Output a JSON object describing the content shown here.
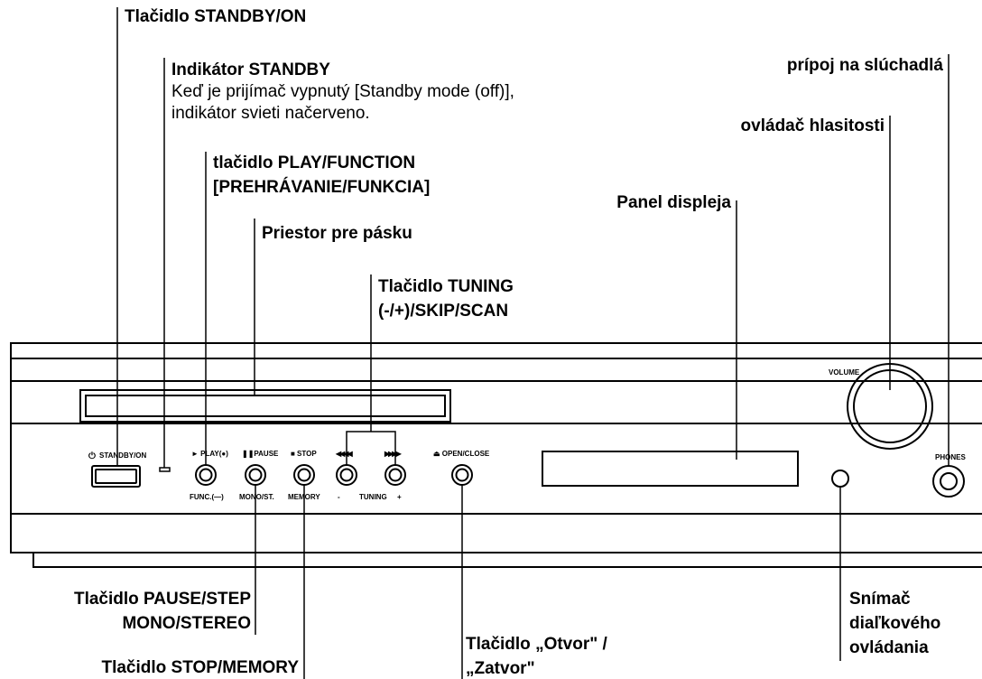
{
  "callouts": {
    "standby_on": {
      "title": "Tlačidlo STANDBY/ON"
    },
    "standby_indicator": {
      "title": "Indikátor STANDBY",
      "desc1": "Keď je prijímač vypnutý [Standby mode (off)],",
      "desc2": "indikátor svieti načerveno."
    },
    "play_function": {
      "line1": "tlačidlo PLAY/FUNCTION",
      "line2": "[PREHRÁVANIE/FUNKCIA]"
    },
    "tape_space": {
      "title": "Priestor pre pásku"
    },
    "tuning": {
      "line1": "Tlačidlo TUNING",
      "line2": "(-/+)/SKIP/SCAN"
    },
    "display_panel": {
      "title": "Panel displeja"
    },
    "volume_knob": {
      "title": "ovládač hlasitosti"
    },
    "headphones": {
      "title": "prípoj na slúchadlá"
    },
    "pause_step": {
      "line1": "Tlačidlo PAUSE/STEP",
      "line2": "MONO/STEREO"
    },
    "stop_memory": {
      "title": "Tlačidlo STOP/MEMORY"
    },
    "open_close": {
      "line1": "Tlačidlo „Otvor\" /",
      "line2": "„Zatvor\""
    },
    "remote_sensor": {
      "line1": "Snímač",
      "line2": "diaľkového",
      "line3": "ovládania"
    }
  },
  "panel": {
    "standby_label": "STANDBY/ON",
    "standby_symbol": "⏻",
    "play_label": "► PLAY(●)",
    "pause_label": "❚❚PAUSE",
    "stop_label": "■ STOP",
    "prev_label": "◀◀◀◀",
    "next_label": "▶▶▶▶",
    "open_label": "⏏ OPEN/CLOSE",
    "func_label": "FUNC.(―)",
    "mono_label": "MONO/ST.",
    "memory_label": "MEMORY",
    "minus_label": "-",
    "tuning_label": "TUNING",
    "plus_label": "+",
    "volume_label": "VOLUME",
    "phones_label": "PHONES"
  }
}
